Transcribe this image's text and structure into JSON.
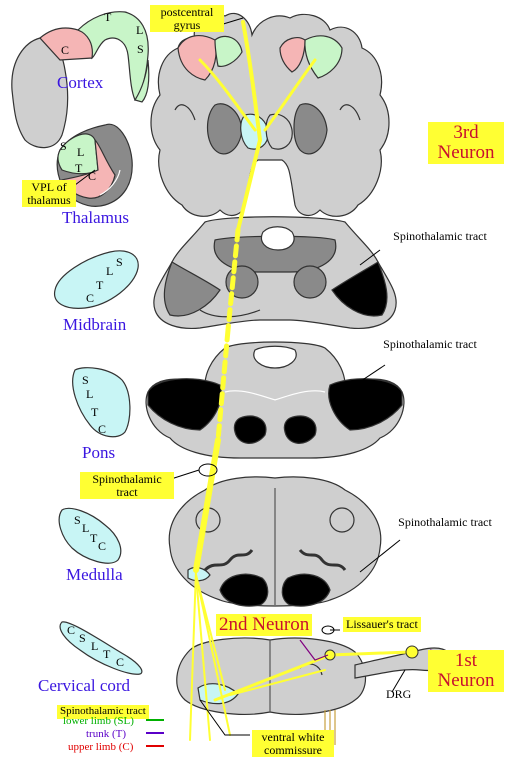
{
  "colors": {
    "tract_yellow": "#ffff33",
    "region_label_blue": "#3a16e0",
    "neuron_label_red": "#c8102e",
    "cortex_pink": "#f5b5b5",
    "cortex_green": "#c8f5c8",
    "cross_section_cyan": "#c8f5f5",
    "gray_matter": "#cfcfcf",
    "dark_gray": "#8a8a8a",
    "black_region": "#000000",
    "legend_green": "#00b000",
    "legend_purple": "#5a00c8",
    "legend_red": "#e00000"
  },
  "regions": {
    "cortex": "Cortex",
    "thalamus": "Thalamus",
    "midbrain": "Midbrain",
    "pons": "Pons",
    "medulla": "Medulla",
    "cervical": "Cervical cord"
  },
  "cortex_letters": {
    "c": "C",
    "t": "T",
    "l": "L",
    "s": "S"
  },
  "thalamus_letters": {
    "s": "S",
    "l": "L",
    "t": "T",
    "c": "C"
  },
  "midbrain_letters": {
    "s": "S",
    "l": "L",
    "t": "T",
    "c": "C"
  },
  "pons_letters": {
    "s": "S",
    "l": "L",
    "t": "T",
    "c": "C"
  },
  "medulla_letters": {
    "s": "S",
    "l": "L",
    "t": "T",
    "c": "C"
  },
  "cervical_letters": {
    "c1": "C",
    "s": "S",
    "l": "L",
    "t": "T",
    "c2": "C"
  },
  "labels": {
    "postcentral_gyrus": "postcentral gyrus",
    "vpl_thalamus": "VPL of thalamus",
    "third_neuron": "3rd Neuron",
    "second_neuron": "2nd Neuron",
    "first_neuron": "1st Neuron",
    "spinothalamic_tract_midbrain": "Spinothalamic tract",
    "spinothalamic_tract_pons": "Spinothalamic tract",
    "spinothalamic_tract_medulla": "Spinothalamic tract",
    "spinothalamic_tract_left": "Spinothalamic tract",
    "lissauers_tract": "Lissauer's tract",
    "drg": "DRG",
    "ventral_white_commissure": "ventral white commissure",
    "legend_title": "Spinothalamic tract"
  },
  "legend": [
    {
      "text": "lower limb (SL)",
      "color": "#00b000"
    },
    {
      "text": "trunk (T)",
      "color": "#5a00c8"
    },
    {
      "text": "upper limb (C)",
      "color": "#e00000"
    }
  ]
}
